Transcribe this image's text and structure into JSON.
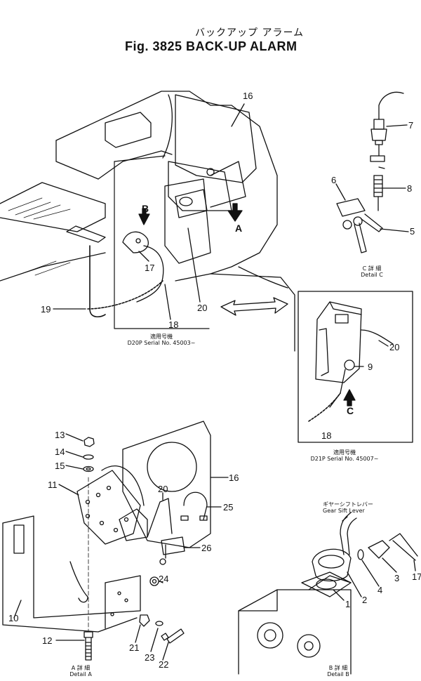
{
  "title": {
    "jp": "バックアップ アラーム",
    "en": "Fig. 3825 BACK-UP ALARM"
  },
  "callouts": {
    "c1": "1",
    "c2": "2",
    "c3": "3",
    "c4": "4",
    "c5": "5",
    "c6": "6",
    "c7": "7",
    "c8": "8",
    "c9": "9",
    "c10": "10",
    "c11": "11",
    "c12": "12",
    "c13": "13",
    "c14": "14",
    "c15": "15",
    "c16a": "16",
    "c16b": "16",
    "c17a": "17",
    "c17b": "17",
    "c18a": "18",
    "c18b": "18",
    "c19": "19",
    "c20a": "20",
    "c20b": "20",
    "c20c": "20",
    "c21": "21",
    "c22": "22",
    "c23": "23",
    "c24": "24",
    "c25": "25",
    "c26": "26"
  },
  "view_markers": {
    "a": "A",
    "b": "B",
    "c": "C"
  },
  "captions": {
    "d20p_jp": "適用号機",
    "d20p_en": "D20P  Serial  No. 45003~",
    "d21p_jp": "適用号機",
    "d21p_en": "D21P  Serial  No. 45007~",
    "detail_c_jp": "C 詳 細",
    "detail_c_en": "Detail  C",
    "detail_a_jp": "A 詳 細",
    "detail_a_en": "Detail  A",
    "detail_b_jp": "B 詳 細",
    "detail_b_en": "Detail  B",
    "gear_lever_jp": "ギヤーシフトレバー",
    "gear_lever_en": "Gear  Sift  Lever"
  }
}
